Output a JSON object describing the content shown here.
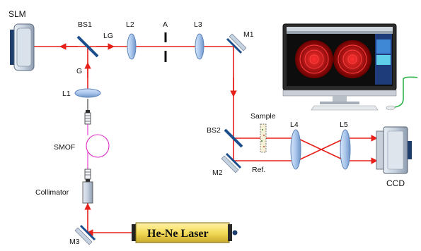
{
  "labels": {
    "slm": "SLM",
    "bs1": "BS1",
    "lg": "LG",
    "l2": "L2",
    "a": "A",
    "l3": "L3",
    "m1": "M1",
    "g": "G",
    "l1": "L1",
    "smof": "SMOF",
    "collimator": "Collimator",
    "m3": "M3",
    "laser": "He-Ne  Laser",
    "sample": "Sample",
    "bs2": "BS2",
    "m2": "M2",
    "ref": "Ref.",
    "l4": "L4",
    "l5": "L5",
    "ccd": "CCD"
  },
  "colors": {
    "beam": "#e8201a",
    "mirror": "#1a4e8c",
    "lens": "#a9c6ec",
    "fiber": "#e030c8",
    "cable": "#2bb34a",
    "laser_body": "#f3dc5a",
    "monitor_fringe": "#e02020"
  }
}
